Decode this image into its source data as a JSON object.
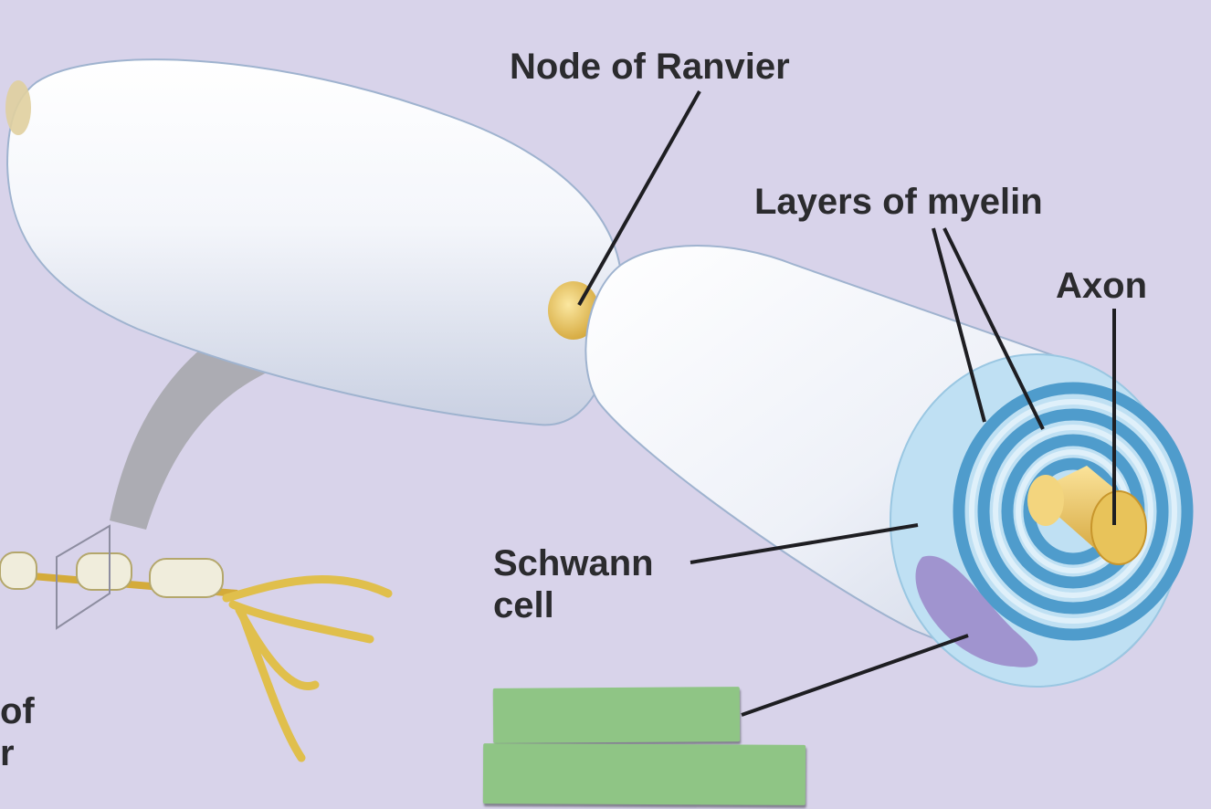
{
  "labels": {
    "node_of_ranvier": "Node of Ranvier",
    "layers_of_myelin": "Layers of myelin",
    "axon": "Axon",
    "schwann_line1": "Schwann",
    "schwann_line2": "cell",
    "partial_line1": "of",
    "partial_line2": "r"
  },
  "colors": {
    "background": "#d8d3ea",
    "sheath": "#f3f5fb",
    "axon_yellow": "#e8c35a",
    "myelin_blue": "#5aa7d6",
    "cover_green": "#8fc585",
    "nucleus_purple": "#9c8ccb"
  }
}
